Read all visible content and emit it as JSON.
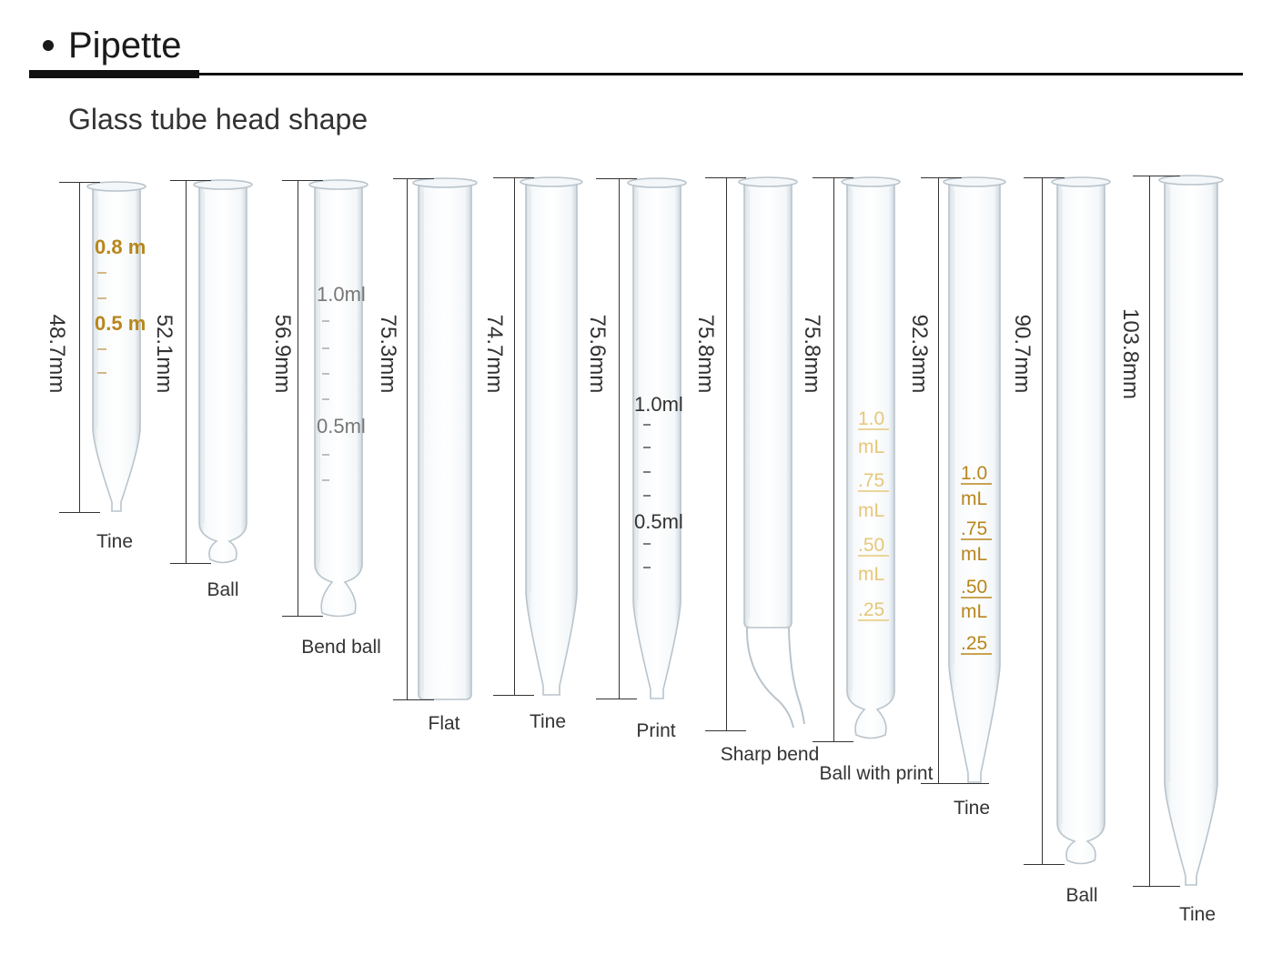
{
  "header": {
    "title": "Pipette",
    "subtitle": "Glass tube head shape"
  },
  "pipettes": [
    {
      "dimension": "48.7mm",
      "label": "Tine",
      "markings": [
        "0.8 m",
        "0.5 m"
      ]
    },
    {
      "dimension": "52.1mm",
      "label": "Ball"
    },
    {
      "dimension": "56.9mm",
      "label": "Bend ball",
      "markings": [
        "1.0ml",
        "0.5ml"
      ]
    },
    {
      "dimension": "75.3mm",
      "label": "Flat"
    },
    {
      "dimension": "74.7mm",
      "label": "Tine"
    },
    {
      "dimension": "75.6mm",
      "label": "Print",
      "markings": [
        "1.0ml",
        "0.5ml"
      ]
    },
    {
      "dimension": "75.8mm",
      "label": "Sharp bend"
    },
    {
      "dimension": "75.8mm",
      "label": "Ball with print",
      "markings": [
        "1.0",
        "mL",
        ".75",
        "mL",
        ".50",
        "mL",
        ".25"
      ]
    },
    {
      "dimension": "92.3mm",
      "label": "Tine",
      "markings": [
        "1.0",
        "mL",
        ".75",
        "mL",
        ".50",
        "mL",
        ".25"
      ]
    },
    {
      "dimension": "90.7mm",
      "label": "Ball"
    },
    {
      "dimension": "103.8mm",
      "label": "Tine"
    }
  ],
  "colors": {
    "glass_edge": "#b9c4cc",
    "print_brown": "#b8861c",
    "print_yellow": "#e6c77a",
    "print_gray": "#888888"
  }
}
